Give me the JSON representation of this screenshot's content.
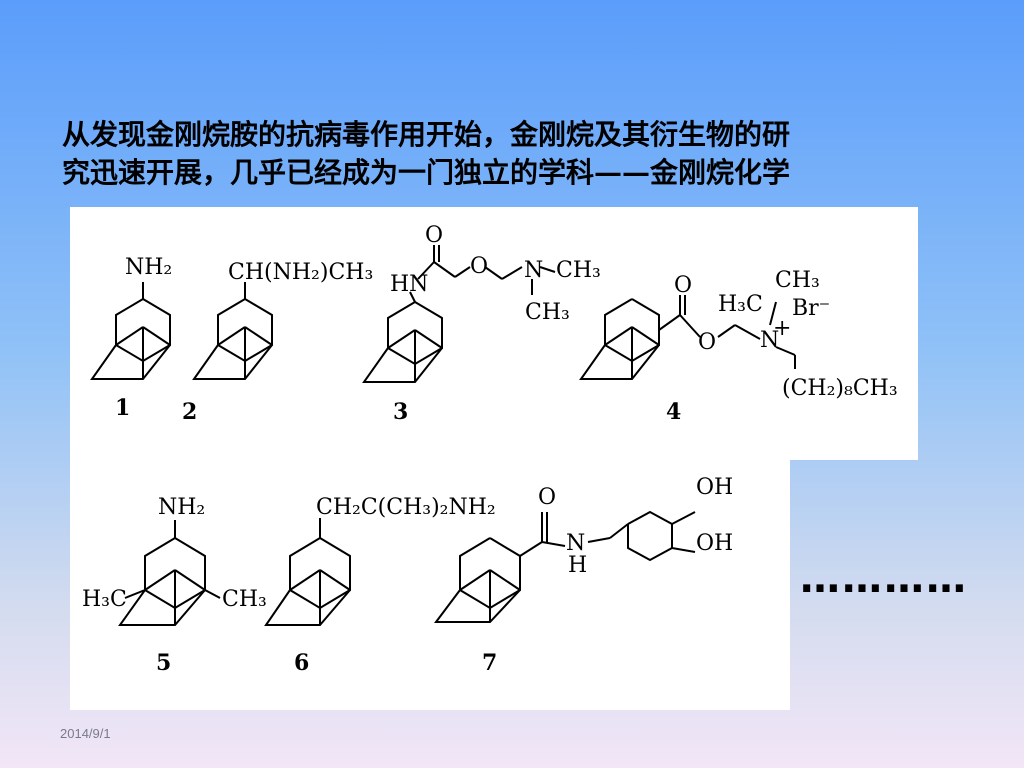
{
  "headline": {
    "line1": "从发现金刚烷胺的抗病毒作用开始，金刚烷及其衍生物的研",
    "line2": "究迅速开展，几乎已经成为一门独立的学科——金刚烷化学"
  },
  "compounds": {
    "c1": {
      "number": "1",
      "substituent": "NH₂"
    },
    "c2": {
      "number": "2",
      "substituent": "CH(NH₂)CH₃"
    },
    "c3": {
      "number": "3",
      "o": "O",
      "hn": "HN",
      "ether_o": "O",
      "n": "N",
      "ch3_a": "CH₃",
      "ch3_b": "CH₃"
    },
    "c4": {
      "number": "4",
      "o": "O",
      "ester_o": "O",
      "n": "N",
      "ch3_a": "H₃C",
      "ch3_b": "CH₃",
      "br": "Br⁻",
      "plus": "+",
      "chain": "(CH₂)₈CH₃"
    },
    "c5": {
      "number": "5",
      "substituent": "NH₂",
      "me_left": "H₃C",
      "me_right": "CH₃"
    },
    "c6": {
      "number": "6",
      "substituent": "CH₂C(CH₃)₂NH₂"
    },
    "c7": {
      "number": "7",
      "o": "O",
      "n": "N",
      "h": "H",
      "oh_top": "OH",
      "oh_bottom": "OH"
    }
  },
  "ellipsis": "…………",
  "footer": {
    "date": "2014/9/1"
  }
}
